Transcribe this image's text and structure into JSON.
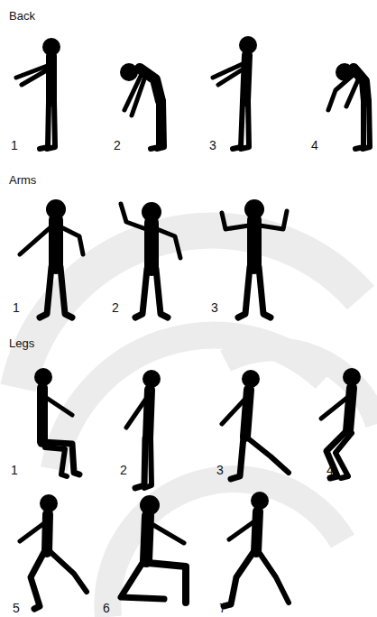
{
  "diagram": {
    "labels": [
      "Back",
      "1",
      "2",
      "3",
      "4",
      "Arms",
      "1",
      "2",
      "3",
      "Legs",
      "1",
      "2",
      "3",
      "4",
      "5",
      "6",
      "7"
    ]
  }
}
